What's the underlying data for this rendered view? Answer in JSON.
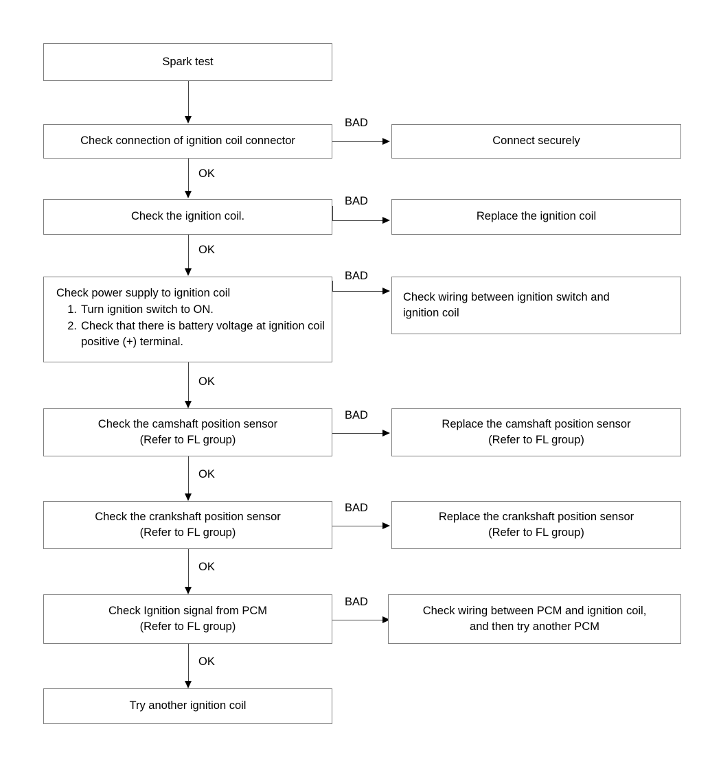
{
  "diagram": {
    "title": "Spark test troubleshooting flowchart",
    "background_color": "#ffffff",
    "box_border_color": "#7d7d7d",
    "line_color": "#444444",
    "arrow_color": "#000000"
  },
  "nodes": {
    "start": {
      "text": "Spark test"
    },
    "check_connector": {
      "text": "Check connection of ignition coil connector"
    },
    "connect_securely": {
      "text": "Connect securely"
    },
    "check_coil": {
      "text": "Check the ignition coil."
    },
    "replace_coil": {
      "text": "Replace the ignition coil"
    },
    "check_power": {
      "heading": "Check power supply to ignition coil",
      "steps": [
        "Turn ignition switch to ON.",
        "Check that there is battery voltage at ignition coil positive (+) terminal."
      ]
    },
    "check_wiring_switch": {
      "line1": "Check wiring between ignition switch and",
      "line2": "ignition coil"
    },
    "check_cmp": {
      "line1": "Check the camshaft position sensor",
      "line2": "(Refer to FL group)"
    },
    "replace_cmp": {
      "line1": "Replace the camshaft position sensor",
      "line2": "(Refer to FL group)"
    },
    "check_ckp": {
      "line1": "Check the crankshaft position sensor",
      "line2": "(Refer to FL group)"
    },
    "replace_ckp": {
      "line1": "Replace the crankshaft position sensor",
      "line2": "(Refer to FL group)"
    },
    "check_pcm_signal": {
      "line1": "Check Ignition signal from PCM",
      "line2": "(Refer to FL group)"
    },
    "check_wiring_pcm": {
      "line1": "Check wiring between PCM and ignition coil,",
      "line2": "and then try another PCM"
    },
    "try_another_coil": {
      "text": "Try another ignition coil"
    }
  },
  "edge_labels": {
    "ok_1": "OK",
    "ok_2": "OK",
    "ok_3": "OK",
    "ok_4": "OK",
    "ok_5": "OK",
    "ok_6": "OK",
    "bad_1": "BAD",
    "bad_2": "BAD",
    "bad_3": "BAD",
    "bad_4": "BAD",
    "bad_5": "BAD",
    "bad_6": "BAD"
  }
}
